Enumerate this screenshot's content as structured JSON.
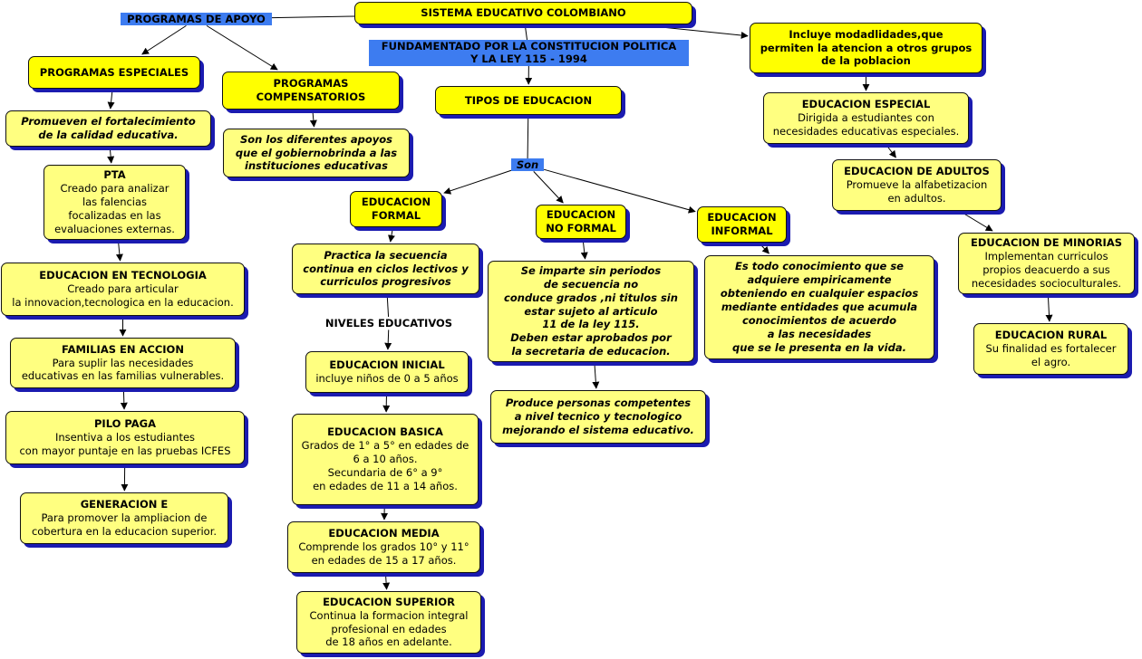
{
  "colors": {
    "node_fill": "#ffff80",
    "node_fill_bright": "#ffff00",
    "shadow": "#1b1bb0",
    "label_fill": "#3d7cf0"
  },
  "nodes": {
    "root": {
      "title": "SISTEMA EDUCATIVO COLOMBIANO"
    },
    "modalidades": {
      "title": "Incluye modadlidades,que\npermiten la atencion a otros grupos\nde la poblacion"
    },
    "tipos": {
      "title": "TIPOS DE EDUCACION"
    },
    "prog_especiales": {
      "title": "PROGRAMAS ESPECIALES"
    },
    "prog_compensatorios": {
      "title": "PROGRAMAS\nCOMPENSATORIOS"
    },
    "promueven": {
      "title": "Promueven  el fortalecimiento\nde la calidad educativa."
    },
    "apoyos": {
      "title": "Son los diferentes apoyos\nque el gobiernobrinda a las\ninstituciones educativas"
    },
    "pta": {
      "title": "PTA",
      "body": "Creado para analizar\nlas falencias\nfocalizadas en las\nevaluaciones externas."
    },
    "tecnologia": {
      "title": "EDUCACION EN TECNOLOGIA",
      "body": "Creado para articular\nla innovacion,tecnologica en la educacion."
    },
    "familias": {
      "title": "FAMILIAS EN ACCION",
      "body": "Para suplir las necesidades\neducativas en las familias vulnerables."
    },
    "pilo": {
      "title": "PILO PAGA",
      "body": "Insentiva a los estudiantes\ncon mayor puntaje en las pruebas ICFES"
    },
    "generacion": {
      "title": "GENERACION E",
      "body": "Para promover la ampliacion de\ncobertura en la educacion superior."
    },
    "formal": {
      "title": "EDUCACION\nFORMAL"
    },
    "no_formal": {
      "title": "EDUCACION\nNO FORMAL"
    },
    "informal": {
      "title": "EDUCACION\nINFORMAL"
    },
    "practica": {
      "title": "Practica la secuencia\ncontinua en ciclos lectivos y\ncurriculos progresivos"
    },
    "se_imparte": {
      "title": "Se imparte sin periodos\nde secuencia no\nconduce grados ,ni titulos sin\nestar sujeto al articulo\n11 de la ley 115.\nDeben estar aprobados por\nla secretaria de educacion."
    },
    "todo_conocimiento": {
      "title": "Es todo conocimiento que se\nadquiere empiricamente\nobteniendo en cualquier espacios\nmediante  entidades  que acumula\nconocimientos de acuerdo\na las necesidades\nque se le presenta en la vida."
    },
    "produce": {
      "title": "Produce personas competentes\na nivel tecnico y tecnologico\nmejorando el sistema educativo."
    },
    "inicial": {
      "title": "EDUCACION INICIAL",
      "body": "incluye niños de 0 a 5 años"
    },
    "basica": {
      "title": "EDUCACION BASICA",
      "body": "Grados de 1° a 5° en edades de\n6 a 10 años.\nSecundaria de 6° a 9°\nen edades de 11 a 14 años."
    },
    "media": {
      "title": "EDUCACION MEDIA",
      "body": "Comprende los grados 10° y 11°\nen edades de 15 a 17 años."
    },
    "superior": {
      "title": "EDUCACION SUPERIOR",
      "body": "Continua la formacion integral\nprofesional en edades\nde 18 años en adelante."
    },
    "especial": {
      "title": "EDUCACION ESPECIAL",
      "body": "Dirigida a estudiantes con\nnecesidades educativas especiales."
    },
    "adultos": {
      "title": "EDUCACION DE ADULTOS",
      "body": "Promueve la alfabetizacion\nen adultos."
    },
    "minorias": {
      "title": "EDUCACION DE MINORIAS",
      "body": "Implementan curriculos\npropios deacuerdo a sus\nnecesidades socioculturales."
    },
    "rural": {
      "title": "EDUCACION RURAL",
      "body": "Su finalidad  es fortalecer\nel agro."
    }
  },
  "labels": {
    "programas_apoyo": "PROGRAMAS DE APOYO",
    "fundamentado": "FUNDAMENTADO POR LA CONSTITUCION POLITICA\nY LA LEY 115 - 1994",
    "son": "Son",
    "niveles": "NIVELES EDUCATIVOS"
  },
  "edges": [
    [
      "root",
      "lbl-apoyo",
      "line"
    ],
    [
      "lbl-apoyo",
      "prog_especiales",
      "arrow"
    ],
    [
      "lbl-apoyo",
      "prog_compensatorios",
      "arrow"
    ],
    [
      "root",
      "lbl-fund",
      "line"
    ],
    [
      "lbl-fund",
      "tipos",
      "arrow"
    ],
    [
      "root",
      "modalidades",
      "arrow"
    ],
    [
      "prog_especiales",
      "promueven",
      "arrow"
    ],
    [
      "promueven",
      "pta",
      "arrow"
    ],
    [
      "pta",
      "tecnologia",
      "arrow"
    ],
    [
      "tecnologia",
      "familias",
      "arrow"
    ],
    [
      "familias",
      "pilo",
      "arrow"
    ],
    [
      "pilo",
      "generacion",
      "arrow"
    ],
    [
      "prog_compensatorios",
      "apoyos",
      "arrow"
    ],
    [
      "tipos",
      "lbl-son",
      "line"
    ],
    [
      "lbl-son",
      "formal",
      "arrow"
    ],
    [
      "lbl-son",
      "no_formal",
      "arrow"
    ],
    [
      "lbl-son",
      "informal",
      "arrow"
    ],
    [
      "formal",
      "practica",
      "arrow"
    ],
    [
      "practica",
      "lbl-niveles",
      "line"
    ],
    [
      "lbl-niveles",
      "inicial",
      "arrow"
    ],
    [
      "inicial",
      "basica",
      "arrow"
    ],
    [
      "basica",
      "media",
      "arrow"
    ],
    [
      "media",
      "superior",
      "arrow"
    ],
    [
      "no_formal",
      "se_imparte",
      "arrow"
    ],
    [
      "se_imparte",
      "produce",
      "arrow"
    ],
    [
      "informal",
      "todo_conocimiento",
      "arrow"
    ],
    [
      "modalidades",
      "especial",
      "arrow"
    ],
    [
      "especial",
      "adultos",
      "arrow"
    ],
    [
      "adultos",
      "minorias",
      "arrow"
    ],
    [
      "minorias",
      "rural",
      "arrow"
    ]
  ]
}
